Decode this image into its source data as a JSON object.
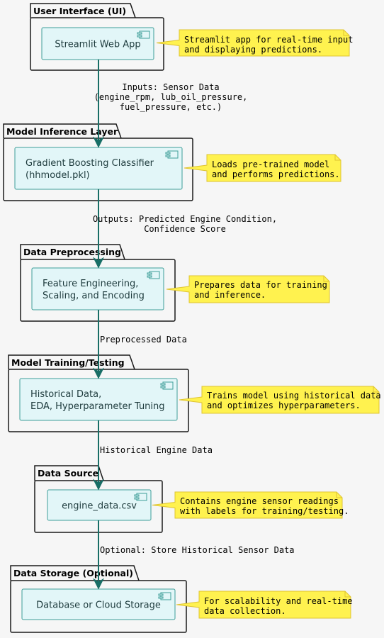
{
  "colors": {
    "component_fill": "#e2f6f8",
    "component_stroke": "#3e9e99",
    "arrow": "#186e66",
    "note_fill": "#fff24f",
    "note_stroke": "#dfc432",
    "package_stroke": "#1a1a1a"
  },
  "packages": [
    {
      "title": "User Interface (UI)",
      "component": {
        "lines": [
          "Streamlit Web App"
        ],
        "icon": "component-icon"
      },
      "note": {
        "lines": [
          "Streamlit app for real-time input",
          "and displaying predictions."
        ]
      }
    },
    {
      "title": "Model Inference Layer",
      "component": {
        "lines": [
          "Gradient Boosting Classifier",
          "(hhmodel.pkl)"
        ],
        "icon": "component-icon"
      },
      "note": {
        "lines": [
          "Loads pre-trained model",
          "and performs predictions."
        ]
      }
    },
    {
      "title": "Data Preprocessing",
      "component": {
        "lines": [
          "Feature Engineering,",
          "Scaling, and Encoding"
        ],
        "icon": "component-icon"
      },
      "note": {
        "lines": [
          "Prepares data for training",
          "and inference."
        ]
      }
    },
    {
      "title": "Model Training/Testing",
      "component": {
        "lines": [
          "Historical Data,",
          "EDA, Hyperparameter Tuning"
        ],
        "icon": "component-icon"
      },
      "note": {
        "lines": [
          "Trains model using historical data",
          "and optimizes hyperparameters."
        ]
      }
    },
    {
      "title": "Data Source",
      "component": {
        "lines": [
          "engine_data.csv"
        ],
        "icon": "component-icon"
      },
      "note": {
        "lines": [
          "Contains engine sensor readings",
          "with labels for training/testing."
        ]
      }
    },
    {
      "title": "Data Storage (Optional)",
      "component": {
        "lines": [
          "Database or Cloud Storage"
        ],
        "icon": "component-icon"
      },
      "note": {
        "lines": [
          "For scalability and real-time",
          "data collection."
        ]
      }
    }
  ],
  "edges": [
    {
      "from": 0,
      "to": 1,
      "lines": [
        "Inputs: Sensor Data",
        "(engine_rpm, lub_oil_pressure,",
        "fuel_pressure, etc.)"
      ]
    },
    {
      "from": 1,
      "to": 2,
      "lines": [
        "Outputs: Predicted Engine Condition,",
        "Confidence Score"
      ]
    },
    {
      "from": 2,
      "to": 3,
      "lines": [
        "Preprocessed Data"
      ]
    },
    {
      "from": 3,
      "to": 4,
      "lines": [
        "Historical Engine Data"
      ]
    },
    {
      "from": 4,
      "to": 5,
      "lines": [
        "Optional: Store Historical Sensor Data"
      ]
    }
  ]
}
